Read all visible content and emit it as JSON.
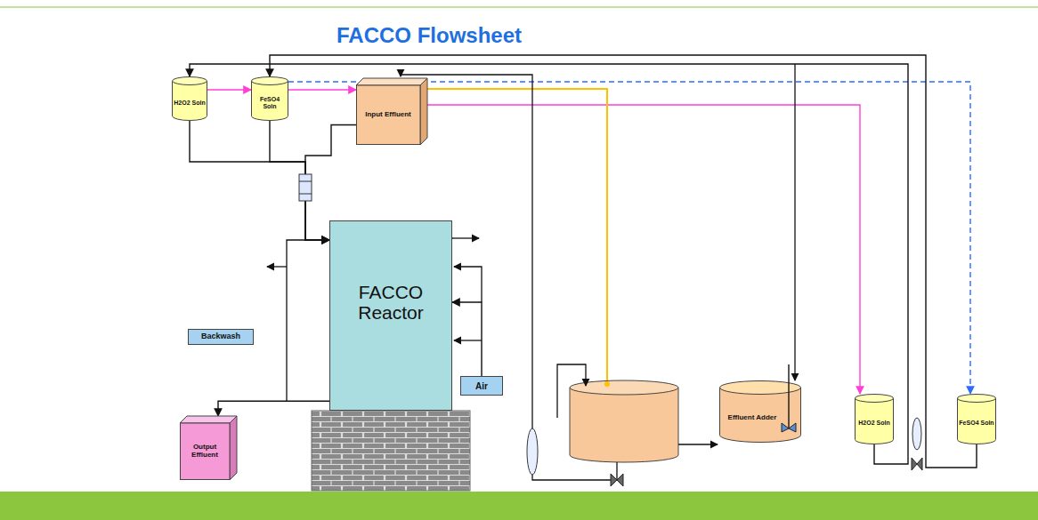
{
  "diagram": {
    "title": "FACCO Flowsheet",
    "nodes": [
      {
        "text": [
          "H2O2 Soln"
        ]
      },
      {
        "text": [
          "FeSO4 Soln"
        ]
      },
      {
        "text": [
          "Input Effluent"
        ]
      },
      {
        "text": [
          "FACCO Reactor"
        ]
      },
      {
        "text": [
          "Backwash"
        ]
      },
      {
        "text": [
          "Air"
        ]
      },
      {
        "text": [
          "Output Effluent"
        ]
      },
      {
        "text": [
          "Effluent Adder"
        ]
      },
      {
        "text": [
          "H2O2 Soln"
        ]
      },
      {
        "text": [
          "FeSO4 Soln"
        ]
      }
    ],
    "edges": [
      {
        "from": 0,
        "to": 1,
        "arrow": "to"
      },
      {
        "from": 1,
        "to": 2,
        "arrow": "to"
      },
      {
        "from": 2,
        "to": 8,
        "arrow": "to"
      },
      {
        "from": 1,
        "to": 9,
        "arrow": "to"
      },
      {
        "from": 0,
        "to": 3,
        "arrow": "to"
      },
      {
        "from": 1,
        "to": 3,
        "arrow": "to"
      },
      {
        "from": 2,
        "to": 3,
        "arrow": "to"
      },
      {
        "from": 3,
        "to": 6,
        "arrow": "to"
      },
      {
        "from": 5,
        "to": 3,
        "arrow": "to"
      },
      {
        "from": 8,
        "to": 0,
        "arrow": "to"
      },
      {
        "from": 9,
        "to": 1,
        "arrow": "to"
      }
    ]
  }
}
